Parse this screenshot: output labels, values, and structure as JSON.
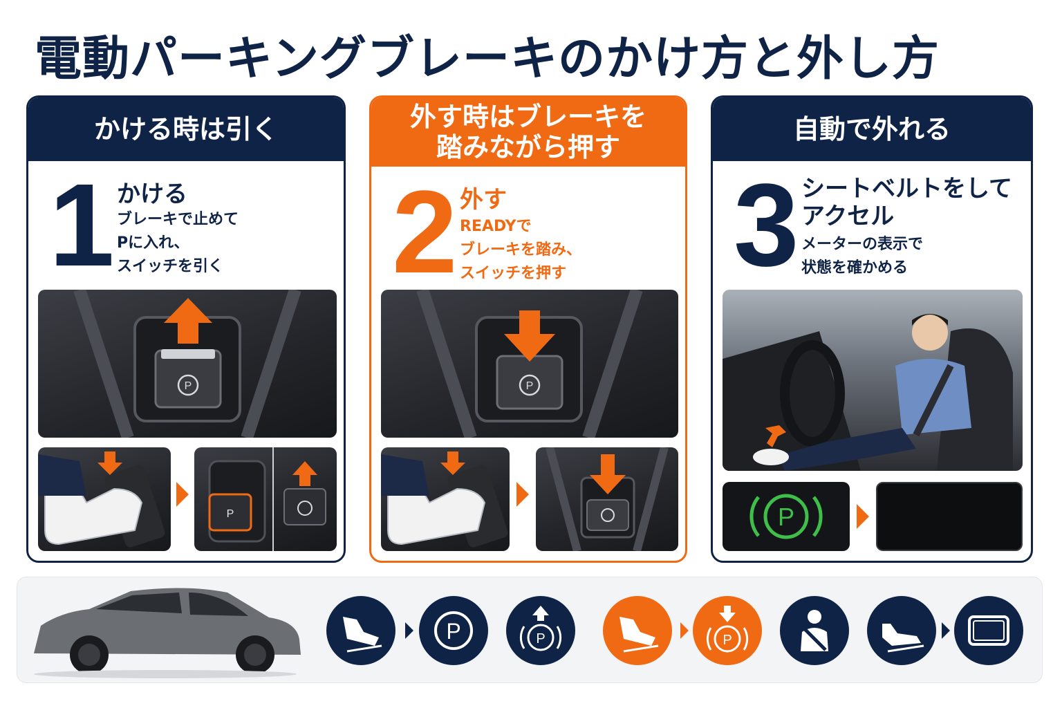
{
  "title": "電動パーキングブレーキのかけ方と外し方",
  "cards": [
    {
      "header": "かける時は引く",
      "number": "1",
      "step_title": "かける",
      "desc": [
        "ブレーキで止めて",
        "Pに入れ、",
        "スイッチを引く"
      ],
      "switch_label": "P"
    },
    {
      "header_lines": [
        "外す時はブレーキを",
        "踏みながら押す"
      ],
      "number": "2",
      "step_title": "外す",
      "desc": [
        "READYで",
        "ブレーキを踏み、",
        "スイッチを押す"
      ]
    },
    {
      "header": "自動で外れる",
      "number": "3",
      "step_title_lines": [
        "シートベルトをして",
        "アクセル"
      ],
      "desc": [
        "メーターの表示で",
        "状態を確かめる"
      ]
    }
  ],
  "colors": {
    "navy": "#0f2347",
    "orange": "#f06a14",
    "green": "#3fbf4a"
  },
  "bottom_icons": [
    "brake-pedal-icon",
    "parking-p-icon",
    "parking-pull-icon",
    "brake-pedal-icon",
    "parking-push-icon",
    "seatbelt-icon",
    "accelerator-icon",
    "meter-display-icon"
  ]
}
